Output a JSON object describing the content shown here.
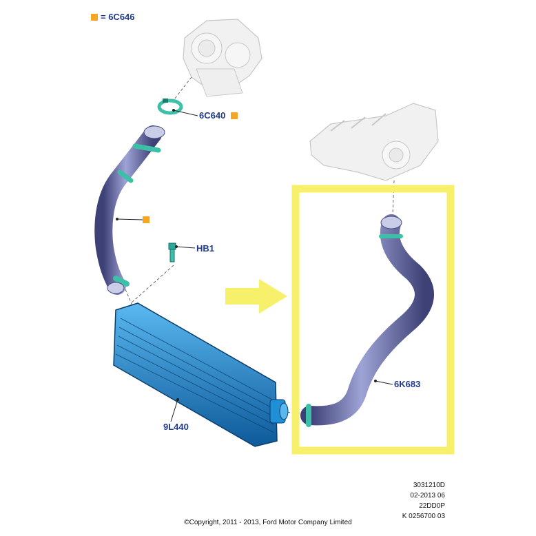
{
  "legend": {
    "label": "= 6C646"
  },
  "callouts": {
    "clamp": "6C640",
    "bolt": "HB1",
    "intercooler": "9L440",
    "outlet_hose": "6K683"
  },
  "meta_lines": [
    "3031210D",
    "02-2013 06",
    "22DD0P",
    "K 0256700 03"
  ],
  "copyright": "©Copyright, 2011 - 2013, Ford Motor Company Limited",
  "colors": {
    "label_blue": "#1f3a8a",
    "marker_orange": "#f5a623",
    "highlight_yellow": "#f7f06a",
    "hose_gray": "#7b80b8",
    "intercooler_blue": "#1f8fd6",
    "clamp_teal": "#3cc0a8"
  },
  "icons": [
    "orange-square-marker",
    "highlight-arrow"
  ]
}
